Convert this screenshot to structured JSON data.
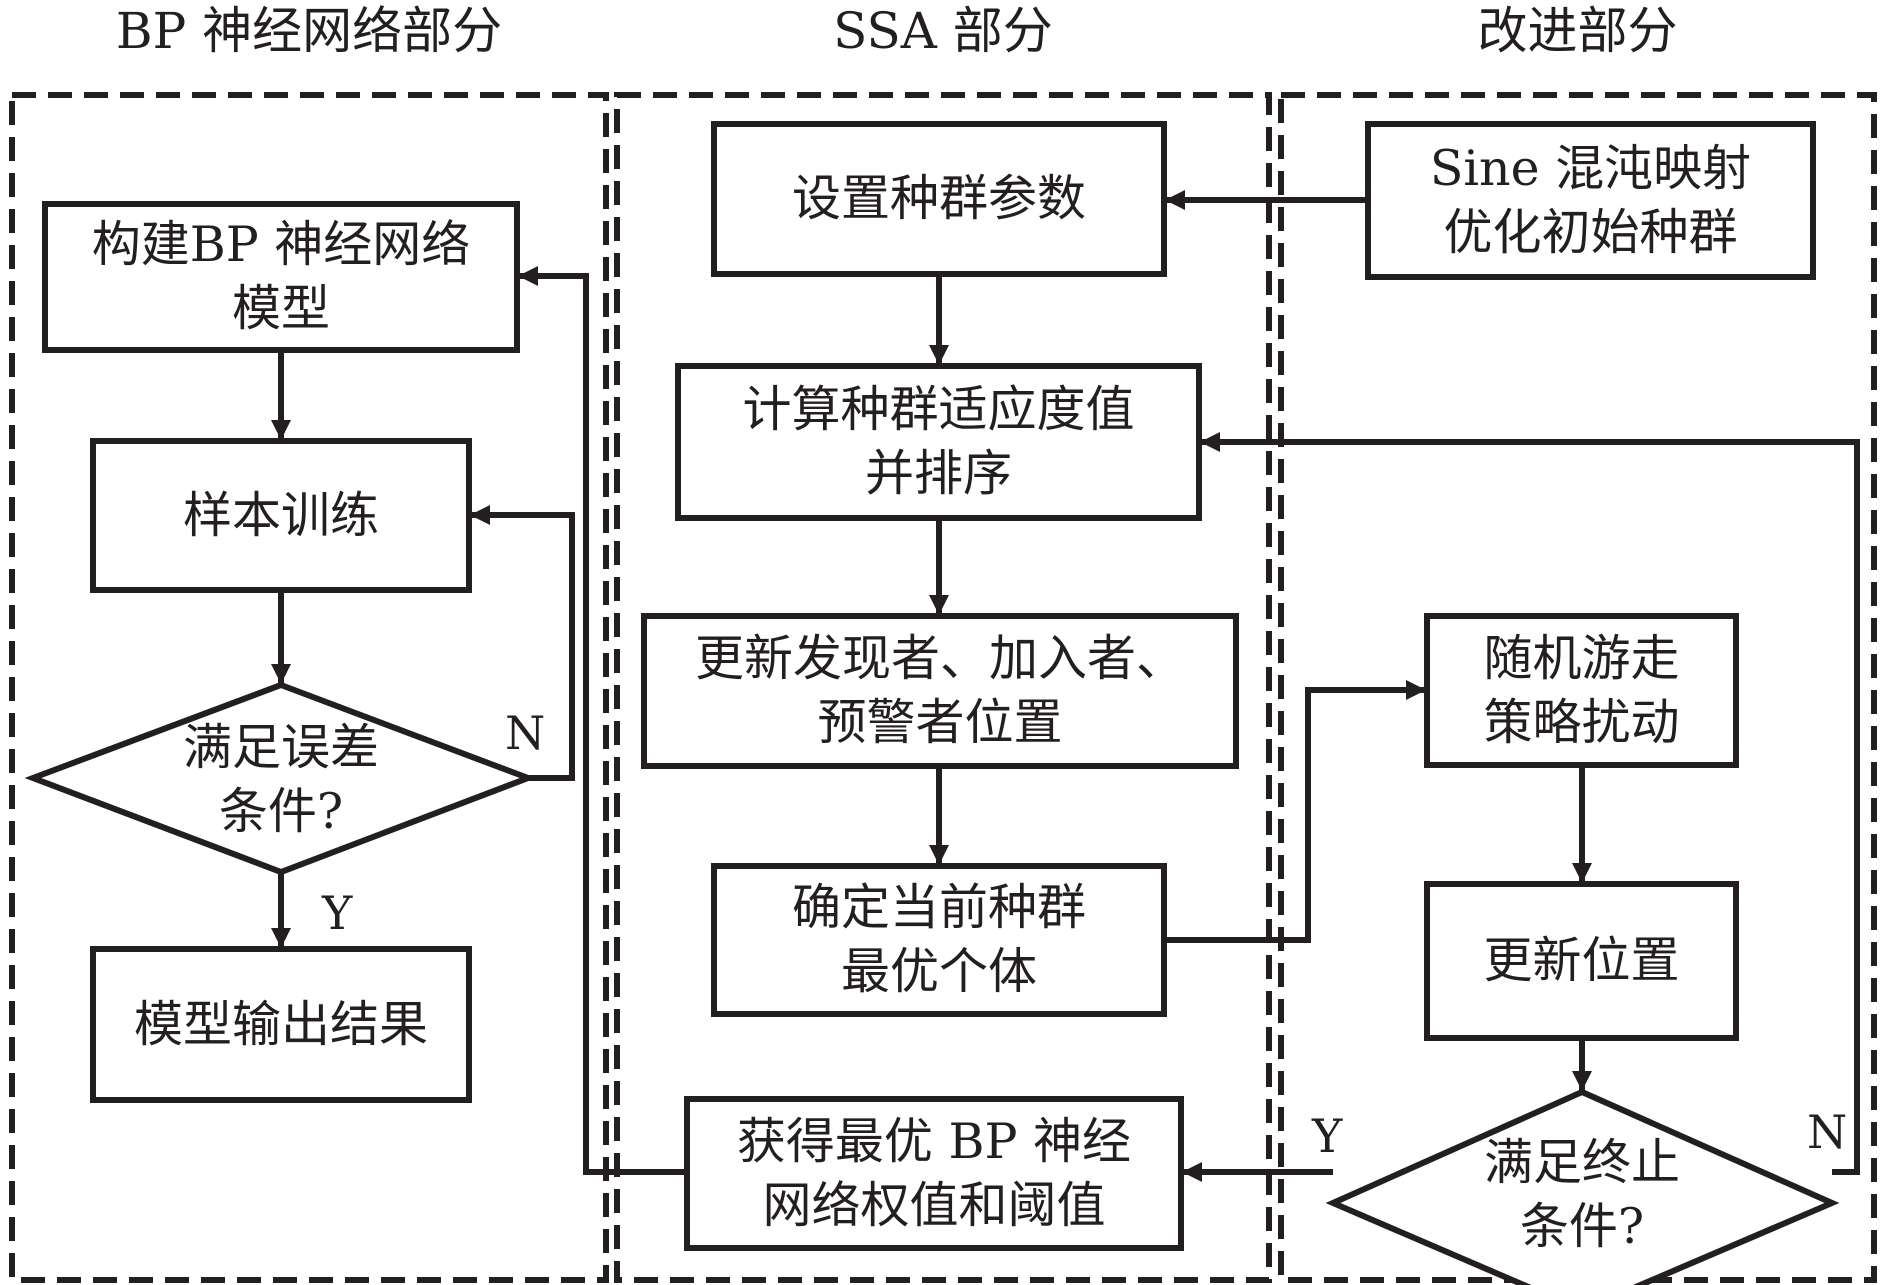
{
  "panels": {
    "bp": {
      "title": "BP 神经网络部分"
    },
    "ssa": {
      "title": "SSA 部分"
    },
    "improve": {
      "title": "改进部分"
    }
  },
  "nodes": {
    "build_bp": "构建BP 神经网络\n模型",
    "sample_train": "样本训练",
    "error_check": "满足误差\n条件?",
    "model_output": "模型输出结果",
    "set_params": "设置种群参数",
    "calc_fitness": "计算种群适应度值\n并排序",
    "update_roles": "更新发现者、加入者、\n预警者位置",
    "best_individual": "确定当前种群\n最优个体",
    "get_best_bp": "获得最优 BP 神经\n网络权值和阈值",
    "sine_chaos": "Sine 混沌映射\n优化初始种群",
    "random_walk": "随机游走\n策略扰动",
    "update_pos": "更新位置",
    "stop_check": "满足终止\n条件?"
  },
  "labels": {
    "error_no": "N",
    "error_yes": "Y",
    "stop_yes": "Y",
    "stop_no": "N"
  },
  "colors": {
    "stroke": "#231f20",
    "background": "#ffffff"
  }
}
